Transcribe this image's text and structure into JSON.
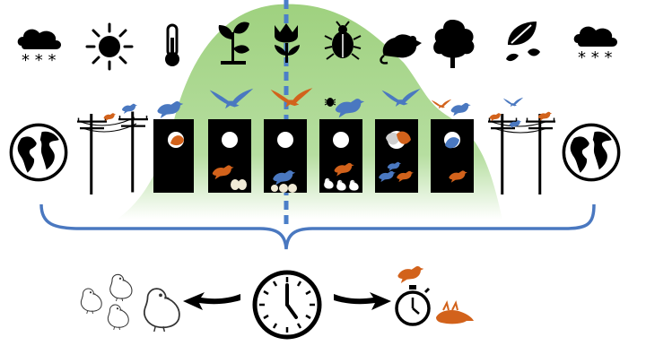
{
  "colors": {
    "green": "#a9d88d",
    "green_light": "#e3f2d7",
    "blue": "#4a78c0",
    "blue_dash": "#4b7fc8",
    "orange": "#d2621b",
    "bird_blue": "#4a78c0",
    "black": "#000000",
    "white": "#ffffff"
  },
  "top_icons": [
    {
      "name": "snow-cloud-icon"
    },
    {
      "name": "sun-icon"
    },
    {
      "name": "thermometer-icon"
    },
    {
      "name": "seedling-icon"
    },
    {
      "name": "tulip-icon"
    },
    {
      "name": "beetle-icon"
    },
    {
      "name": "mouse-icon"
    },
    {
      "name": "tree-icon"
    },
    {
      "name": "falling-leaves-icon"
    },
    {
      "name": "snow-cloud-icon"
    }
  ],
  "nest_boxes": [
    {
      "name": "nest-box-1",
      "stage": "female-in-entrance"
    },
    {
      "name": "nest-box-2",
      "stage": "female-with-eggs"
    },
    {
      "name": "nest-box-3",
      "stage": "male-incubating"
    },
    {
      "name": "nest-box-4",
      "stage": "hatchlings"
    },
    {
      "name": "nest-box-5",
      "stage": "feeding-nestlings"
    },
    {
      "name": "nest-box-6",
      "stage": "fledging"
    }
  ]
}
